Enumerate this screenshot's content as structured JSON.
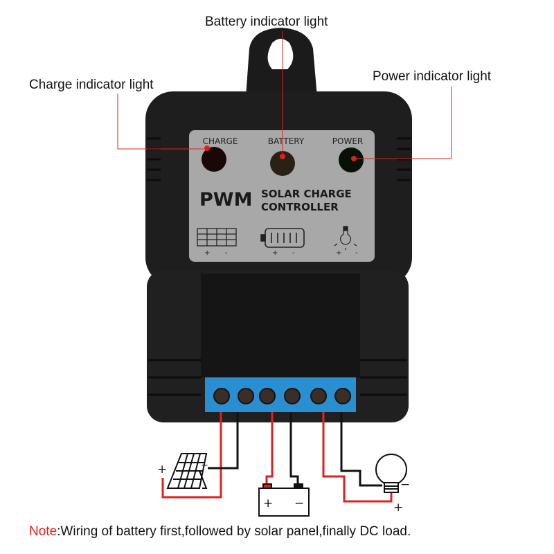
{
  "callouts": {
    "battery": "Battery indicator light",
    "charge": "Charge indicator light",
    "power": "Power indicator light"
  },
  "panel": {
    "led_labels": [
      "CHARGE",
      "BATTERY",
      "POWER"
    ],
    "brand": "PWM",
    "title_line1": "SOLAR CHARGE",
    "title_line2": "CONTROLLER",
    "plus": "+",
    "minus": "-"
  },
  "wiring": {
    "plus": "+",
    "minus": "−"
  },
  "note": {
    "label": "Note",
    "text": ":Wiring of battery first,followed by solar panel,finally DC load."
  },
  "colors": {
    "callout_line": "#e0201e",
    "body": "#1c1c1c",
    "panel": "#a7a7a7",
    "terminal": "#2a8fd0",
    "wire_red": "#e0201e",
    "wire_black": "#111111"
  }
}
